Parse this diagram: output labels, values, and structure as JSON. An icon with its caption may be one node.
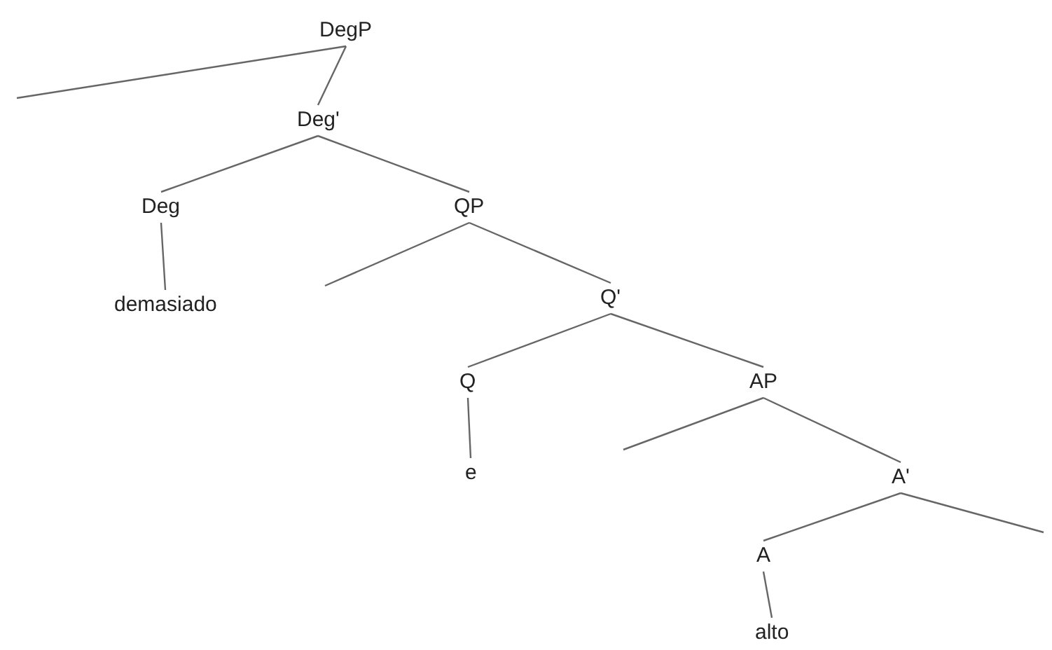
{
  "diagram": {
    "nodes": [
      {
        "text": [
          "DegP"
        ]
      },
      {
        "text": [
          "Deg'"
        ]
      },
      {
        "text": [
          "Deg"
        ]
      },
      {
        "text": [
          "demasiado"
        ]
      },
      {
        "text": [
          "QP"
        ]
      },
      {
        "text": [
          "Q'"
        ]
      },
      {
        "text": [
          "Q"
        ]
      },
      {
        "text": [
          "e"
        ]
      },
      {
        "text": [
          "AP"
        ]
      },
      {
        "text": [
          "A'"
        ]
      },
      {
        "text": [
          "A"
        ]
      },
      {
        "text": [
          "alto"
        ]
      }
    ],
    "edges": [
      {
        "from": 0,
        "to": null,
        "arrow": "none"
      },
      {
        "from": 0,
        "to": 1,
        "arrow": "none"
      },
      {
        "from": 1,
        "to": 2,
        "arrow": "none"
      },
      {
        "from": 1,
        "to": 4,
        "arrow": "none"
      },
      {
        "from": 2,
        "to": 3,
        "arrow": "none"
      },
      {
        "from": 4,
        "to": null,
        "arrow": "none"
      },
      {
        "from": 4,
        "to": 5,
        "arrow": "none"
      },
      {
        "from": 5,
        "to": 6,
        "arrow": "none"
      },
      {
        "from": 5,
        "to": 8,
        "arrow": "none"
      },
      {
        "from": 6,
        "to": 7,
        "arrow": "none"
      },
      {
        "from": 8,
        "to": null,
        "arrow": "none"
      },
      {
        "from": 8,
        "to": 9,
        "arrow": "none"
      },
      {
        "from": 9,
        "to": 10,
        "arrow": "none"
      },
      {
        "from": 9,
        "to": null,
        "arrow": "none"
      },
      {
        "from": 10,
        "to": 11,
        "arrow": "none"
      }
    ]
  }
}
